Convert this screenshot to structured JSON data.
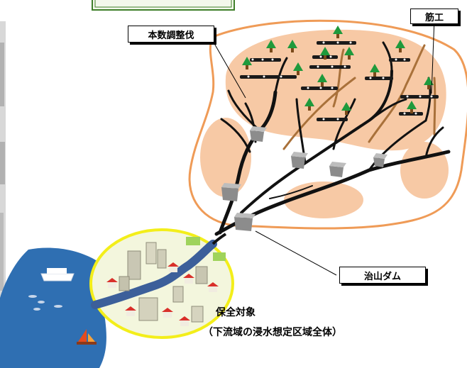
{
  "labels": {
    "thinning": "本数調整伐",
    "sujiko": "筋工",
    "check_dam": "治山ダム",
    "protected_target": "保全対象",
    "protected_detail": "（下流域の浸水想定区域全体）"
  },
  "colors": {
    "forest_fill": "#f7c9a5",
    "forest_outline": "#ef9b57",
    "town_outline": "#f3ee1a",
    "town_fill": "#f3f6dd",
    "sea": "#2f6fb2",
    "river": "#3c5f9a",
    "stream": "#111111",
    "sujiko_brown": "#a9713a",
    "tree_green": "#1f9a3c",
    "dam_gray": "#8c8c8c"
  },
  "icons": [
    "tree-icon",
    "sujiko-log-icon",
    "check-dam-icon",
    "building-icon",
    "house-icon",
    "ship-icon",
    "sailboat-icon",
    "fish-icon"
  ]
}
